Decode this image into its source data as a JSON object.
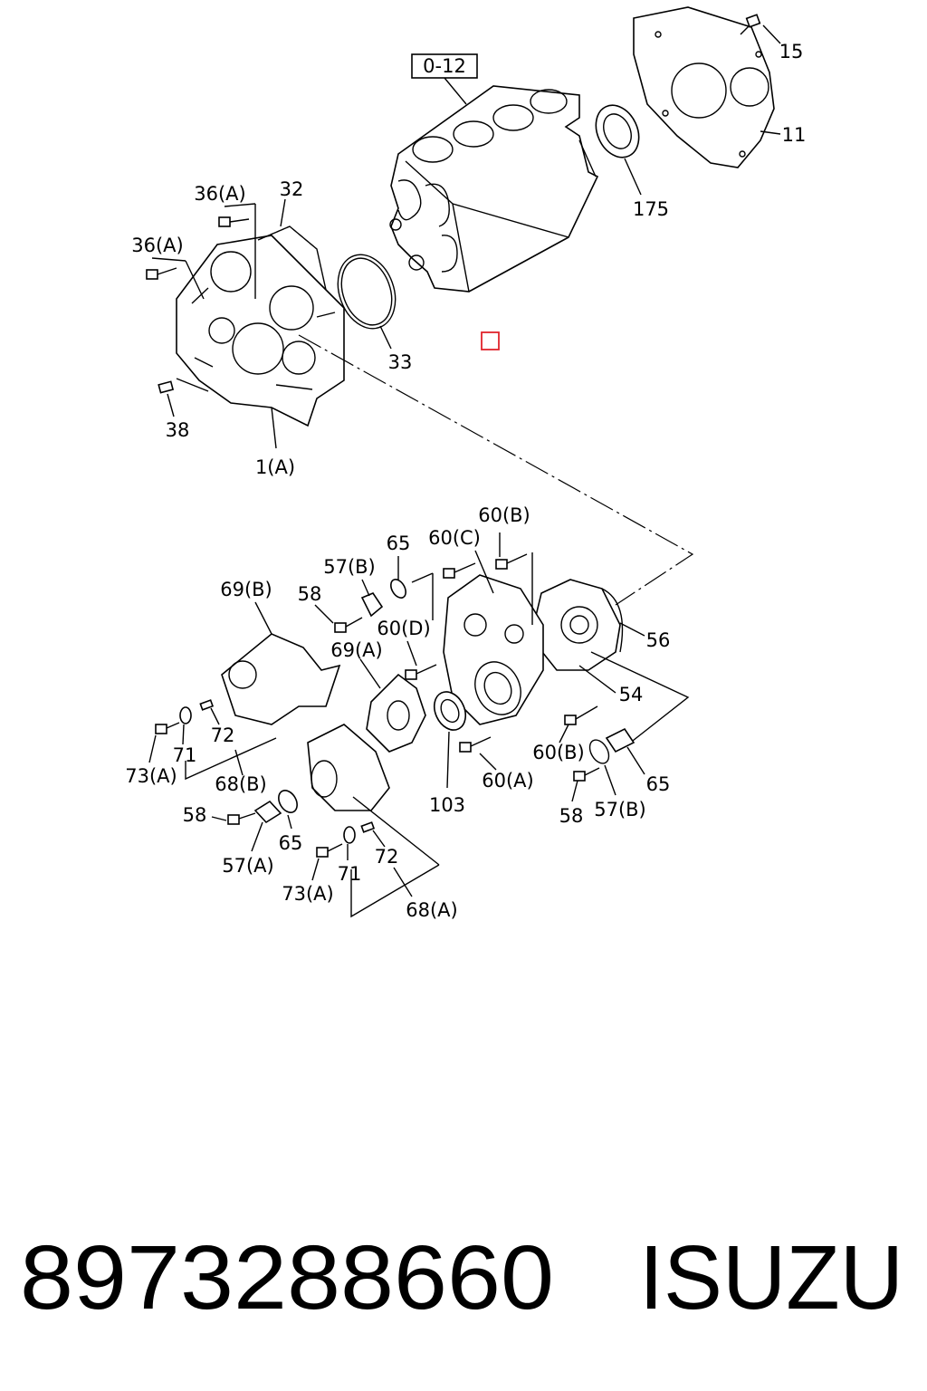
{
  "diagram": {
    "ref_box": "0-12",
    "callouts": {
      "c15": "15",
      "c11": "11",
      "c175": "175",
      "c36a_top": "36(A)",
      "c36a_left": "36(A)",
      "c32": "32",
      "c33": "33",
      "c38": "38",
      "c1a": "1(A)",
      "c60b_top": "60(B)",
      "c65_top": "65",
      "c60c": "60(C)",
      "c57b_top": "57(B)",
      "c69b": "69(B)",
      "c58_top": "58",
      "c56": "56",
      "c60d": "60(D)",
      "c69a": "69(A)",
      "c54": "54",
      "c72_top": "72",
      "c71_top": "71",
      "c73a_top": "73(A)",
      "c68b": "68(B)",
      "c60b_bot": "60(B)",
      "c65_right": "65",
      "c103": "103",
      "c60a": "60(A)",
      "c58_left": "58",
      "c65_mid": "65",
      "c57a": "57(A)",
      "c58_right": "58",
      "c57b_bot": "57(B)",
      "c72_bot": "72",
      "c71_bot": "71",
      "c73a_bot": "73(A)",
      "c68a": "68(A)"
    }
  },
  "footer": {
    "part_number": "8973288660",
    "brand": "ISUZU"
  },
  "colors": {
    "ink": "#000000",
    "marker": "#e0242c",
    "background": "#ffffff"
  }
}
